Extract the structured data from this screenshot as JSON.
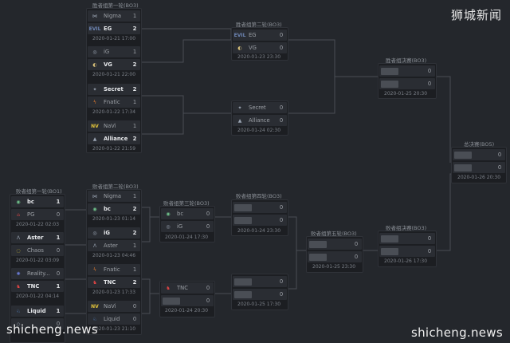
{
  "watermark": {
    "cn": "狮城新闻",
    "en_left": "shicheng.news",
    "en_right": "shicheng.news"
  },
  "upper_r1": {
    "title": "胜者组第一轮(BO3)",
    "matches": [
      {
        "t1": {
          "name": "Nigma",
          "score": "1",
          "logo": "nigma-logo"
        },
        "t2": {
          "name": "EG",
          "score": "2",
          "logo": "eg-logo"
        },
        "time": "2020-01-21 17:00"
      },
      {
        "t1": {
          "name": "iG",
          "score": "1",
          "logo": "ig-logo"
        },
        "t2": {
          "name": "VG",
          "score": "2",
          "logo": "vg-logo"
        },
        "time": "2020-01-21 22:00"
      },
      {
        "t1": {
          "name": "Secret",
          "score": "2",
          "logo": "secret-logo"
        },
        "t2": {
          "name": "Fnatic",
          "score": "1",
          "logo": "fnatic-logo"
        },
        "time": "2020-01-22 17:34"
      },
      {
        "t1": {
          "name": "NaVi",
          "score": "1",
          "logo": "navi-logo"
        },
        "t2": {
          "name": "Alliance",
          "score": "2",
          "logo": "alliance-logo"
        },
        "time": "2020-01-22 21:59"
      }
    ]
  },
  "upper_r2": {
    "title": "胜者组第二轮(BO3)",
    "matches": [
      {
        "t1": {
          "name": "EG",
          "score": "0",
          "logo": "eg-logo"
        },
        "t2": {
          "name": "VG",
          "score": "0",
          "logo": "vg-logo"
        },
        "time": "2020-01-23 23:30"
      },
      {
        "t1": {
          "name": "Secret",
          "score": "0",
          "logo": "secret-logo"
        },
        "t2": {
          "name": "Alliance",
          "score": "0",
          "logo": "alliance-logo"
        },
        "time": "2020-01-24 02:30"
      }
    ]
  },
  "upper_final": {
    "title": "胜者组决赛(BO3)",
    "t1": {
      "score": "0"
    },
    "t2": {
      "score": "0"
    },
    "time": "2020-01-25 20:30"
  },
  "grand_final": {
    "title": "总决赛(BO5)",
    "t1": {
      "score": "0"
    },
    "t2": {
      "score": "0"
    },
    "time": "2020-01-26 20:30"
  },
  "lower_r1": {
    "title": "败者组第一轮(BO1)",
    "matches": [
      {
        "t1": {
          "name": "bc",
          "score": "1",
          "logo": "bc-logo"
        },
        "t2": {
          "name": "PG",
          "score": "0",
          "logo": "pg-logo"
        },
        "time": "2020-01-22 02:03"
      },
      {
        "t1": {
          "name": "Aster",
          "score": "1",
          "logo": "aster-logo"
        },
        "t2": {
          "name": "Chaos",
          "score": "0",
          "logo": "chaos-logo"
        },
        "time": "2020-01-22 03:09"
      },
      {
        "t1": {
          "name": "Reality...",
          "score": "0",
          "logo": "reality-logo"
        },
        "t2": {
          "name": "TNC",
          "score": "1",
          "logo": "tnc-logo"
        },
        "time": "2020-01-22 04:14"
      },
      {
        "t1": {
          "name": "Liquid",
          "score": "1",
          "logo": "liquid-logo"
        },
        "t2": {
          "name": "",
          "score": "0",
          "logo": "unknown-logo"
        },
        "time": ""
      }
    ]
  },
  "lower_r2": {
    "title": "败者组第二轮(BO3)",
    "matches": [
      {
        "t1": {
          "name": "Nigma",
          "score": "1",
          "logo": "nigma-logo"
        },
        "t2": {
          "name": "bc",
          "score": "2",
          "logo": "bc-logo"
        },
        "time": "2020-01-23 01:14"
      },
      {
        "t1": {
          "name": "iG",
          "score": "2",
          "logo": "ig-logo"
        },
        "t2": {
          "name": "Aster",
          "score": "1",
          "logo": "aster-logo"
        },
        "time": "2020-01-23 04:46"
      },
      {
        "t1": {
          "name": "Fnatic",
          "score": "1",
          "logo": "fnatic-logo"
        },
        "t2": {
          "name": "TNC",
          "score": "2",
          "logo": "tnc-logo"
        },
        "time": "2020-01-23 17:33"
      },
      {
        "t1": {
          "name": "NaVi",
          "score": "0",
          "logo": "navi-logo"
        },
        "t2": {
          "name": "Liquid",
          "score": "0",
          "logo": "liquid-logo"
        },
        "time": "2020-01-23 21:10"
      }
    ]
  },
  "lower_r3": {
    "title": "败者组第三轮(BO3)",
    "matches": [
      {
        "t1": {
          "name": "bc",
          "score": "0",
          "logo": "bc-logo"
        },
        "t2": {
          "name": "iG",
          "score": "0",
          "logo": "ig-logo"
        },
        "time": "2020-01-24 17:30"
      },
      {
        "t1": {
          "name": "TNC",
          "score": "0",
          "logo": "tnc-logo"
        },
        "t2": {
          "name": "",
          "score": "0",
          "logo": ""
        },
        "time": "2020-01-24 20:30"
      }
    ]
  },
  "lower_r4": {
    "title": "败者组第四轮(BO3)",
    "matches": [
      {
        "t1": {
          "score": "0"
        },
        "t2": {
          "score": "0"
        },
        "time": "2020-01-24 23:30"
      },
      {
        "t1": {
          "score": "0"
        },
        "t2": {
          "score": "0"
        },
        "time": "2020-01-25 17:30"
      }
    ]
  },
  "lower_r5": {
    "title": "败者组第五轮(BO3)",
    "t1": {
      "score": "0"
    },
    "t2": {
      "score": "0"
    },
    "time": "2020-01-25 23:30"
  },
  "lower_final": {
    "title": "败者组决赛(BO3)",
    "t1": {
      "score": "0"
    },
    "t2": {
      "score": "0"
    },
    "time": "2020-01-26 17:30"
  },
  "colors": {
    "background": "#24272c",
    "panel": "#1c1e22",
    "row": "#2a2d33",
    "line": "#4a4e55"
  }
}
